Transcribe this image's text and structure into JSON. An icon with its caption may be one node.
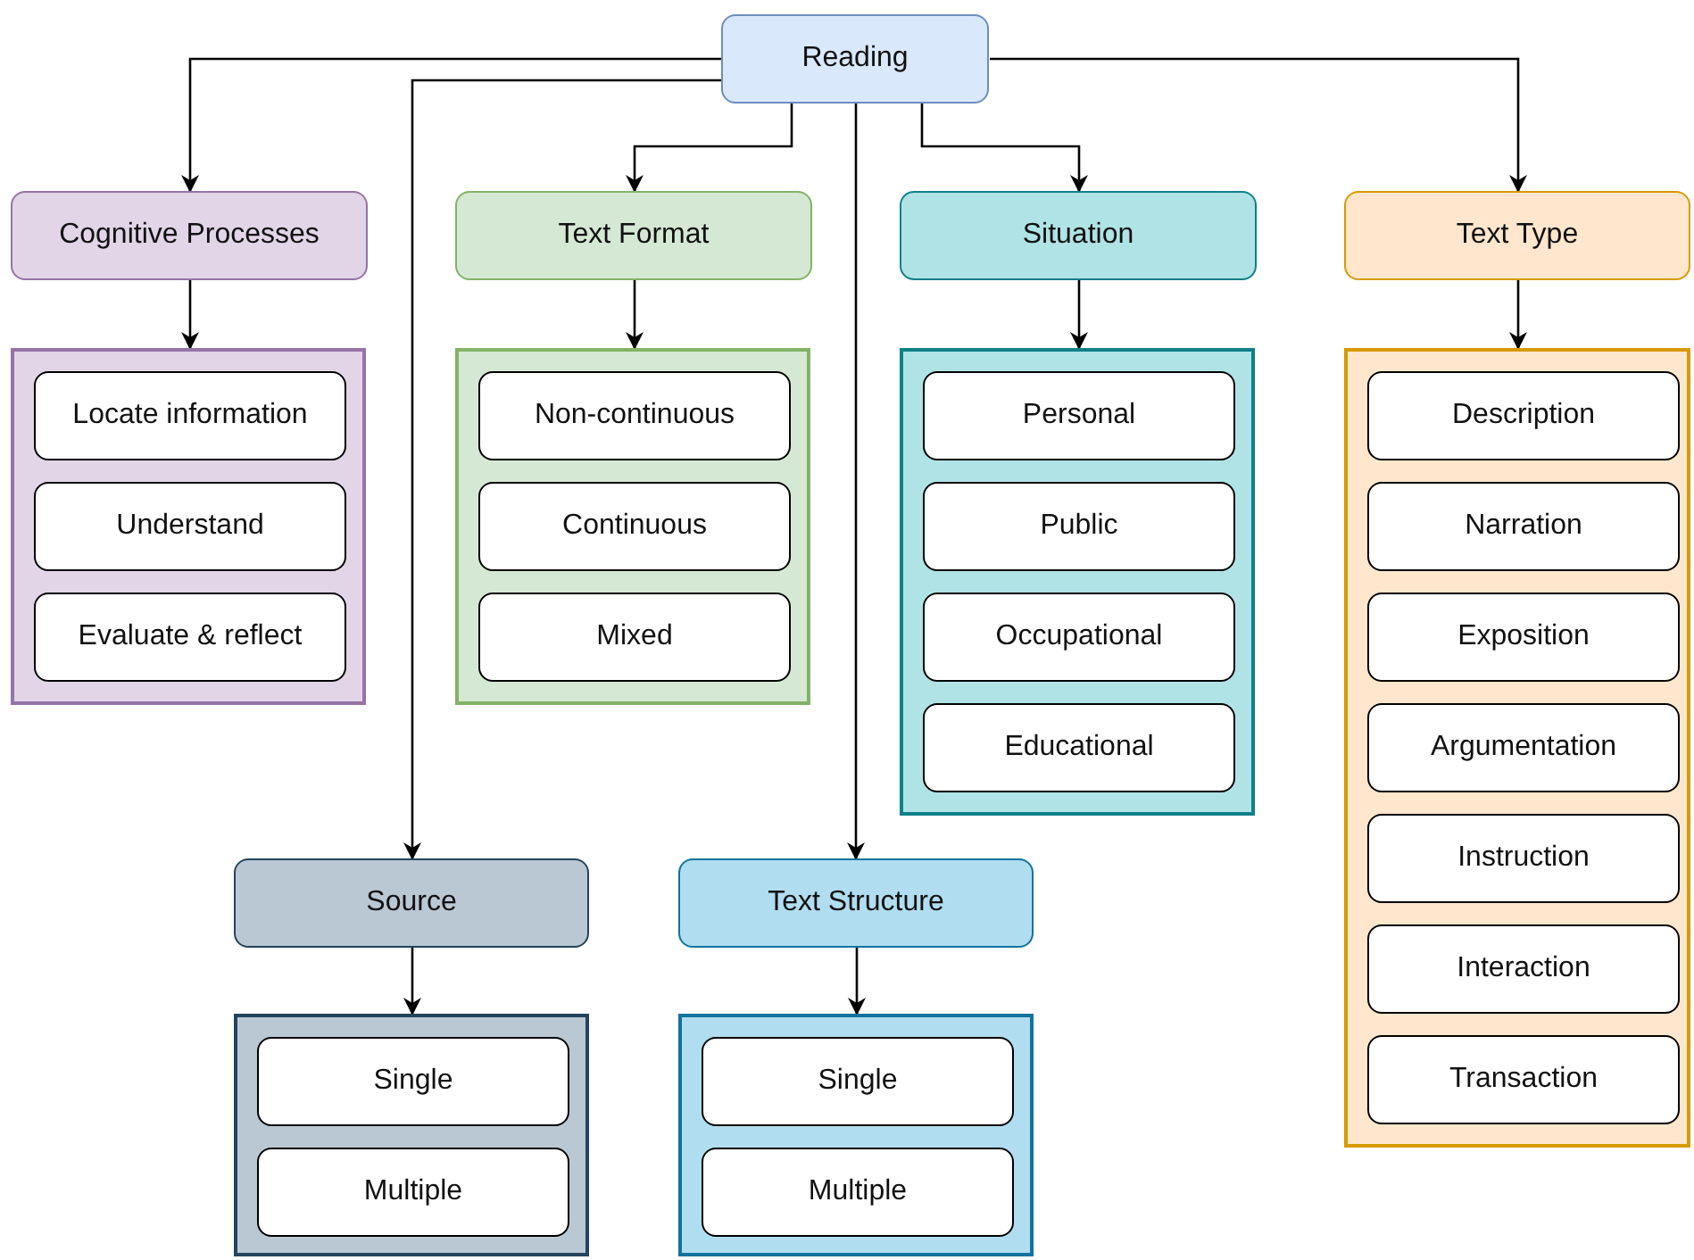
{
  "diagram": {
    "nodes": [
      {
        "text": [
          "Reading"
        ]
      },
      {
        "text": [
          "Cognitive Processes"
        ]
      },
      {
        "text": [
          "Text Format"
        ]
      },
      {
        "text": [
          "Situation"
        ]
      },
      {
        "text": [
          "Text Type"
        ]
      },
      {
        "text": [],
        "shape": "box"
      },
      {
        "text": [
          "Locate information"
        ],
        "in": 5
      },
      {
        "text": [
          "Understand"
        ],
        "in": 5
      },
      {
        "text": [
          "Evaluate & reflect"
        ],
        "in": 5
      },
      {
        "text": [],
        "shape": "box"
      },
      {
        "text": [
          "Non-continuous"
        ],
        "in": 9
      },
      {
        "text": [
          "Continuous"
        ],
        "in": 9
      },
      {
        "text": [
          "Mixed"
        ],
        "in": 9
      },
      {
        "text": [],
        "shape": "box"
      },
      {
        "text": [
          "Personal"
        ],
        "in": 13
      },
      {
        "text": [
          "Public"
        ],
        "in": 13
      },
      {
        "text": [
          "Occupational"
        ],
        "in": 13
      },
      {
        "text": [
          "Educational"
        ],
        "in": 13
      },
      {
        "text": [],
        "shape": "box"
      },
      {
        "text": [
          "Description"
        ],
        "in": 18
      },
      {
        "text": [
          "Narration"
        ],
        "in": 18
      },
      {
        "text": [
          "Exposition"
        ],
        "in": 18
      },
      {
        "text": [
          "Argumentation"
        ],
        "in": 18
      },
      {
        "text": [
          "Instruction"
        ],
        "in": 18
      },
      {
        "text": [
          "Interaction"
        ],
        "in": 18
      },
      {
        "text": [
          "Transaction"
        ],
        "in": 18
      },
      {
        "text": [
          "Source"
        ]
      },
      {
        "text": [
          "Text Structure"
        ]
      },
      {
        "text": [],
        "shape": "box"
      },
      {
        "text": [
          "Single"
        ],
        "in": 28
      },
      {
        "text": [
          "Multiple"
        ],
        "in": 28
      },
      {
        "text": [],
        "shape": "box"
      },
      {
        "text": [
          "Single"
        ],
        "in": 31
      },
      {
        "text": [
          "Multiple"
        ],
        "in": 31
      }
    ],
    "edges": [
      {
        "from": 0,
        "to": 1,
        "arrow": "to"
      },
      {
        "from": 0,
        "to": 2,
        "arrow": "to"
      },
      {
        "from": 0,
        "to": 3,
        "arrow": "to"
      },
      {
        "from": 0,
        "to": 4,
        "arrow": "to"
      },
      {
        "from": 0,
        "to": 26,
        "arrow": "to"
      },
      {
        "from": 0,
        "to": 27,
        "arrow": "to"
      },
      {
        "from": 1,
        "to": 5,
        "arrow": "to"
      },
      {
        "from": 2,
        "to": 9,
        "arrow": "to"
      },
      {
        "from": 3,
        "to": 13,
        "arrow": "to"
      },
      {
        "from": 4,
        "to": 18,
        "arrow": "to"
      },
      {
        "from": 26,
        "to": 28,
        "arrow": "to"
      },
      {
        "from": 27,
        "to": 31,
        "arrow": "to"
      }
    ]
  }
}
